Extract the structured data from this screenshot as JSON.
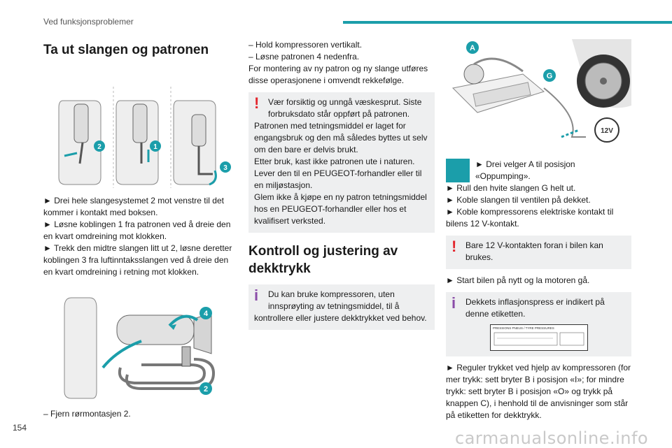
{
  "header": {
    "section": "Ved funksjonsproblemer",
    "page_number": "154"
  },
  "watermark": "carmanualsonline.info",
  "col1": {
    "title": "Ta ut slangen og patronen",
    "steps": [
      "► Drei hele slangesystemet 2 mot venstre til det kommer i kontakt med boksen.",
      "► Løsne koblingen 1 fra patronen ved å dreie den en kvart omdreining mot klokken.",
      "► Trekk den midtre slangen litt ut 2, løsne deretter koblingen 3 fra luftinntaksslangen ved å dreie den en kvart omdreining i retning mot klokken."
    ],
    "last_step": "– Fjern rørmontasjen 2.",
    "fig1_labels": [
      "2",
      "1",
      "3"
    ],
    "fig2_labels": [
      "4",
      "2"
    ]
  },
  "col2": {
    "lines": [
      "– Hold kompressoren vertikalt.",
      "– Løsne patronen 4 nedenfra.",
      "For montering av ny patron og ny slange utføres disse operasjonene i omvendt rekkefølge."
    ],
    "warning_first": "Vær forsiktig og unngå væskesprut. Siste forbruksdato står oppført på patronen.",
    "warning_rest": "Patronen med tetningsmiddel er laget for engangsbruk og den må således byttes ut selv om den bare er delvis brukt.\nEtter bruk, kast ikke patronen ute i naturen. Lever den til en PEUGEOT-forhandler eller til en miljøstasjon.\nGlem ikke å kjøpe en ny patron tetningsmiddel hos en PEUGEOT-forhandler eller hos et kvalifisert verksted.",
    "heading": "Kontroll og justering av dekktrykk",
    "info_first": "Du kan bruke kompressoren, uten innsprøyting av tetningsmiddel, til å",
    "info_rest": "kontrollere eller justere dekktrykket ved behov."
  },
  "col3": {
    "fig_labels": [
      "A",
      "G",
      "12V"
    ],
    "step_a": "► Drei velger A til posisjon «Oppumping».",
    "steps": [
      "► Rull den hvite slangen G helt ut.",
      "► Koble slangen til ventilen på dekket.",
      "► Koble kompressorens elektriske kontakt til bilens 12 V-kontakt."
    ],
    "warning": "Bare 12 V-kontakten foran i bilen kan brukes.",
    "start": "► Start bilen på nytt og la motoren gå.",
    "info": "Dekkets inflasjonspress er indikert på denne etiketten.",
    "label_header": "PRESSIONS PNEUS / TYRE PRESSURES",
    "last": "► Reguler trykket ved hjelp av kompressoren (for mer trykk: sett bryter B i posisjon «I»; for mindre trykk: sett bryter B i posisjon «O» og trykk på knappen C), i henhold til de anvisninger som står på etiketten for dekktrykk."
  }
}
